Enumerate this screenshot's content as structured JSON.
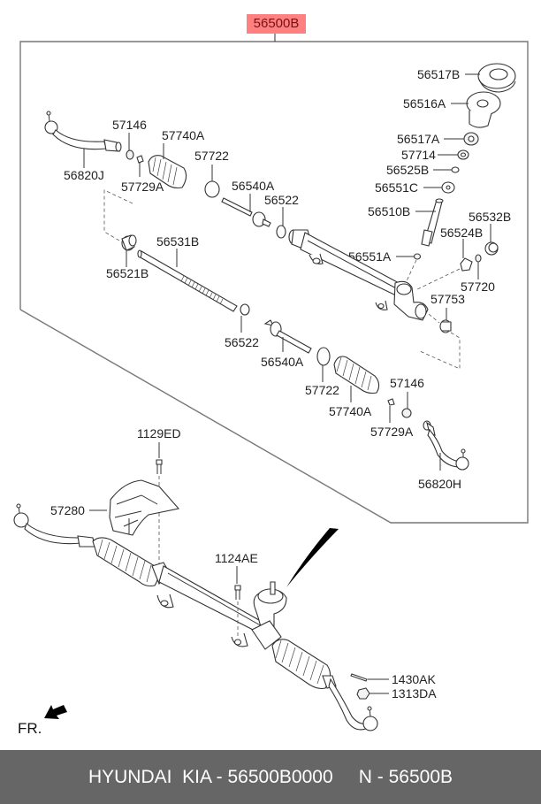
{
  "diagram": {
    "assembly_code": "56500B",
    "direction_label": "FR.",
    "callouts": {
      "p56517B": "56517B",
      "p56516A": "56516A",
      "p56517A": "56517A",
      "p57714": "57714",
      "p56525B": "56525B",
      "p56551C": "56551C",
      "p56510B": "56510B",
      "p56532B": "56532B",
      "p56524B": "56524B",
      "p56551A": "56551A",
      "p57720": "57720",
      "p57753": "57753",
      "p57146_l": "57146",
      "p57740A_l": "57740A",
      "p57722_l": "57722",
      "p56820J": "56820J",
      "p57729A_l": "57729A",
      "p56540A_t": "56540A",
      "p56522_t": "56522",
      "p56531B": "56531B",
      "p56521B": "56521B",
      "p56522_b": "56522",
      "p56540A_b": "56540A",
      "p57722_r": "57722",
      "p57740A_r": "57740A",
      "p57146_r": "57146",
      "p57729A_r": "57729A",
      "p56820H": "56820H",
      "p1129ED": "1129ED",
      "p57280": "57280",
      "p1124AE": "1124AE",
      "p1430AK": "1430AK",
      "p1313DA": "1313DA"
    }
  },
  "footer": {
    "text": "HYUNDAI  KIA - 56500B0000     N - 56500B"
  },
  "colors": {
    "badge_bg": "#ff8080",
    "footer_bg": "#666666"
  }
}
